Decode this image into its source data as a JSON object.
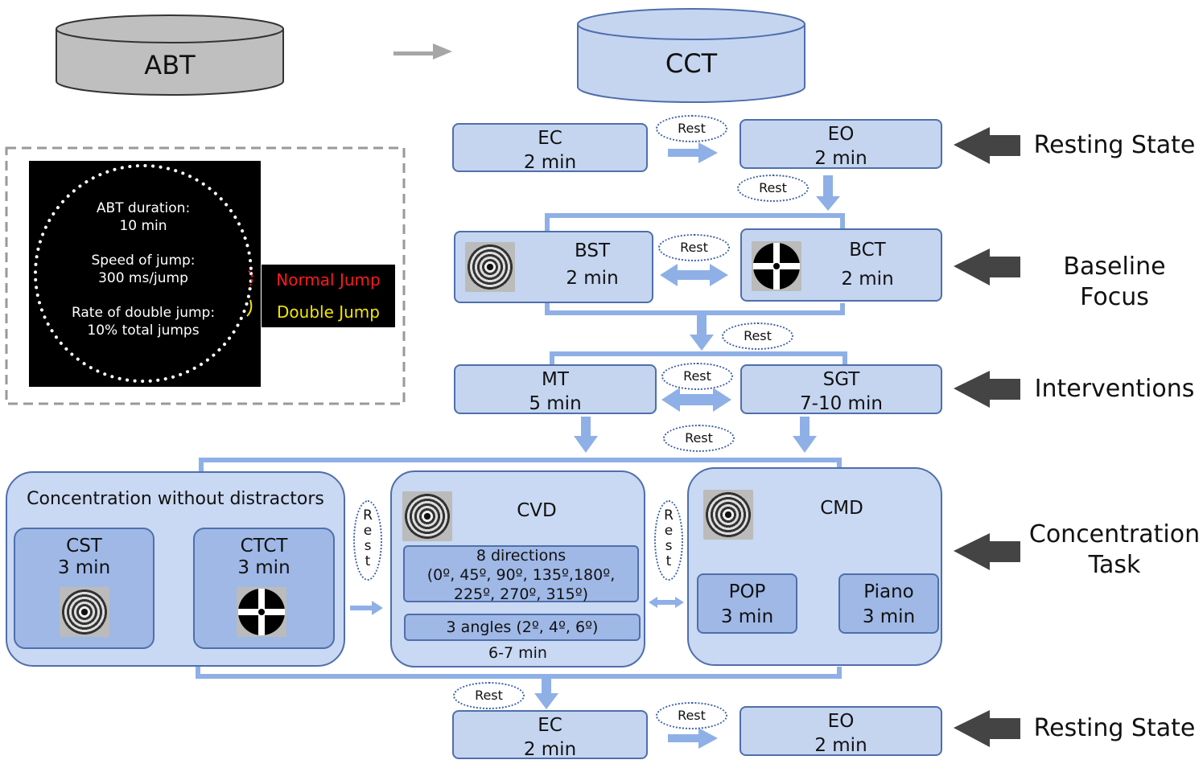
{
  "header": {
    "abt": "ABT",
    "cct": "CCT"
  },
  "abt_panel": {
    "duration_label": "ABT duration:",
    "duration_value": "10 min",
    "speed_label": "Speed of  jump:",
    "speed_value": "300 ms/jump",
    "rate_label": "Rate of double jump:",
    "rate_value": "10% total jumps",
    "normal_jump": "Normal Jump",
    "double_jump": "Double Jump",
    "colors": {
      "normal": "#ff1a1a",
      "double": "#f2e600"
    }
  },
  "rest_label": "Rest",
  "rest_letters": [
    "R",
    "e",
    "s",
    "t"
  ],
  "stage1": {
    "ec": {
      "name": "EC",
      "time": "2 min"
    },
    "eo": {
      "name": "EO",
      "time": "2 min"
    }
  },
  "stage2": {
    "bst": {
      "name": "BST",
      "time": "2 min"
    },
    "bct": {
      "name": "BCT",
      "time": "2 min"
    }
  },
  "stage3": {
    "mt": {
      "name": "MT",
      "time": "5 min"
    },
    "sgt": {
      "name": "SGT",
      "time": "7-10 min"
    }
  },
  "stage4": {
    "group_title": "Concentration without distractors",
    "cst": {
      "name": "CST",
      "time": "3 min"
    },
    "ctct": {
      "name": "CTCT",
      "time": "3 min"
    },
    "cvd": {
      "title": "CVD",
      "dir_line1": "8 directions",
      "dir_line2": "(0º, 45º, 90º, 135º,180º,",
      "dir_line3": "225º, 270º, 315º)",
      "angles": "3 angles  (2º, 4º, 6º)",
      "time": "6-7 min"
    },
    "cmd": {
      "title": "CMD",
      "pop": {
        "name": "POP",
        "time": "3 min"
      },
      "piano": {
        "name": "Piano",
        "time": "3 min"
      }
    }
  },
  "stage5": {
    "ec": {
      "name": "EC",
      "time": "2 min"
    },
    "eo": {
      "name": "EO",
      "time": "2 min"
    }
  },
  "side_labels": {
    "resting1": "Resting State",
    "baseline": "Baseline Focus",
    "interventions": "Interventions",
    "concentration_l1": "Concentration",
    "concentration_l2": "Task",
    "resting2": "Resting State"
  },
  "colors": {
    "box_fill": "#c5d5f0",
    "inner_fill": "#9fb8e6",
    "border": "#4f6fab",
    "arrow": "#8fb0e6",
    "side_arrow": "#444444",
    "abt_cylinder": "#bfbfbf"
  }
}
